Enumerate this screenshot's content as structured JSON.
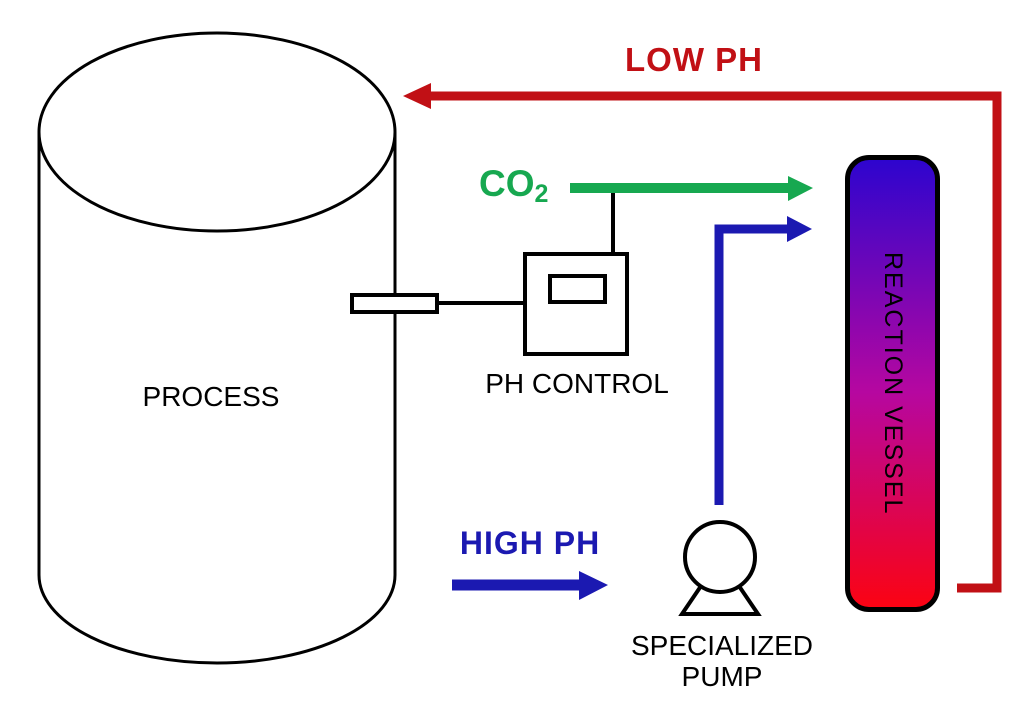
{
  "diagram": {
    "labels": {
      "process_tank": "PROCESS",
      "ph_control": "PH CONTROL",
      "co2_base": "CO",
      "co2_subscript": "2",
      "low_ph": "LOW PH",
      "high_ph": "HIGH PH",
      "specialized_pump": "SPECIALIZED\nPUMP",
      "reaction_vessel": "REACTION VESSEL"
    },
    "colors": {
      "background": "#FFFFFF",
      "line-black": "#000000",
      "low-ph-red": "#C11015",
      "co2-green": "#17A850",
      "high-ph-blue": "#1B19B1",
      "vessel-top": "#2E05CE",
      "vessel-mid": "#B607A0",
      "vessel-bottom": "#FB0313"
    }
  }
}
